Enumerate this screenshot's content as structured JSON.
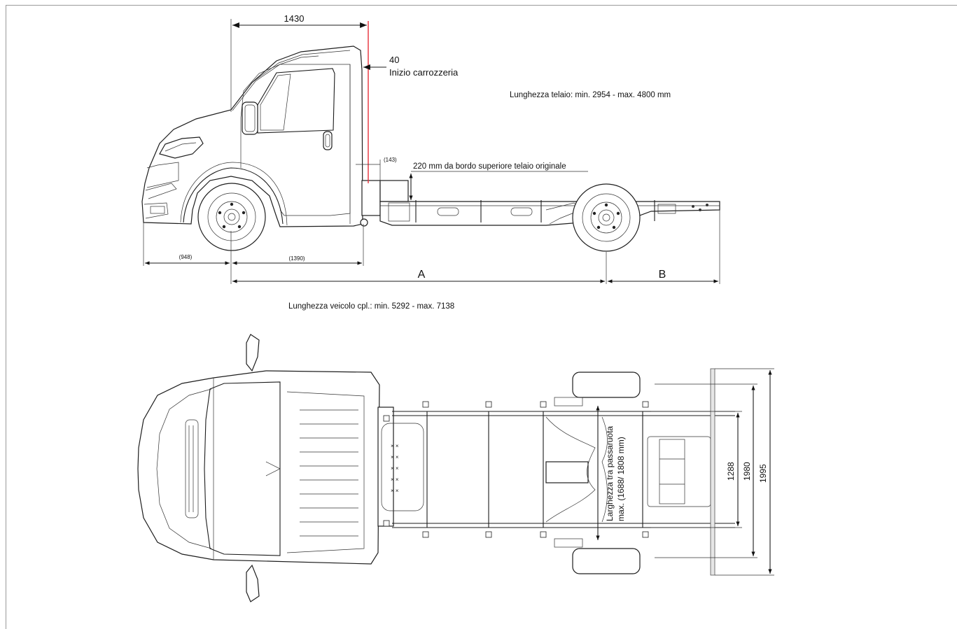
{
  "side_view": {
    "cab_length": "1430",
    "body_start_offset": "40",
    "body_start_label": "Inizio carrozzeria",
    "frame_length_note": "Lunghezza telaio: min. 2954 - max. 4800 mm",
    "frame_gap": "(143)",
    "frame_height_note": "220 mm da bordo superiore telaio originale",
    "front_overhang": "(948)",
    "axle_to_cab": "(1390)",
    "dim_a": "A",
    "dim_b": "B",
    "vehicle_length_note": "Lunghezza veicolo cpl.: min. 5292 - max. 7138"
  },
  "top_view": {
    "wheelarch_width_line1": "Larghezza tra passaruota",
    "wheelarch_width_line2": "max. (1688/ 1808 mm)",
    "width_1288": "1288",
    "width_1980": "1980",
    "width_1995": "1995"
  },
  "colors": {
    "body_start_marker": "#e8303a",
    "line": "#1b1b1b"
  }
}
